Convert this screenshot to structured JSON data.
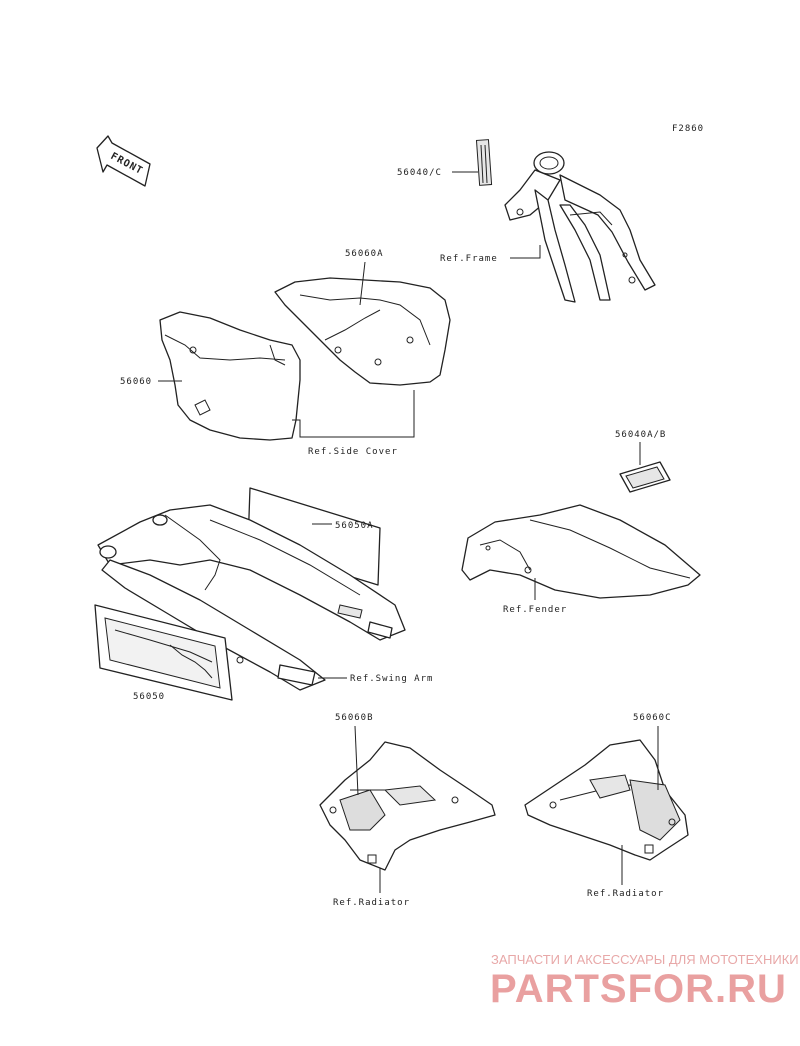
{
  "figure_code": "F2860",
  "front_label": "FRONT",
  "callouts": {
    "part_56040c": "56040/C",
    "ref_frame": "Ref.Frame",
    "part_56060a": "56060A",
    "part_56060": "56060",
    "ref_side_cover": "Ref.Side Cover",
    "part_56040ab": "56040A/B",
    "part_56050a": "56050A",
    "ref_fender": "Ref.Fender",
    "ref_swing_arm": "Ref.Swing Arm",
    "part_56050": "56050",
    "part_56060b": "56060B",
    "part_56060c": "56060C",
    "ref_radiator_left": "Ref.Radiator",
    "ref_radiator_right": "Ref.Radiator"
  },
  "watermark": {
    "tagline": "ЗАПЧАСТИ И АКСЕССУАРЫ ДЛЯ МОТОТЕХНИКИ",
    "brand": "PARTSFOR.RU",
    "color": "#e9a0a0"
  }
}
